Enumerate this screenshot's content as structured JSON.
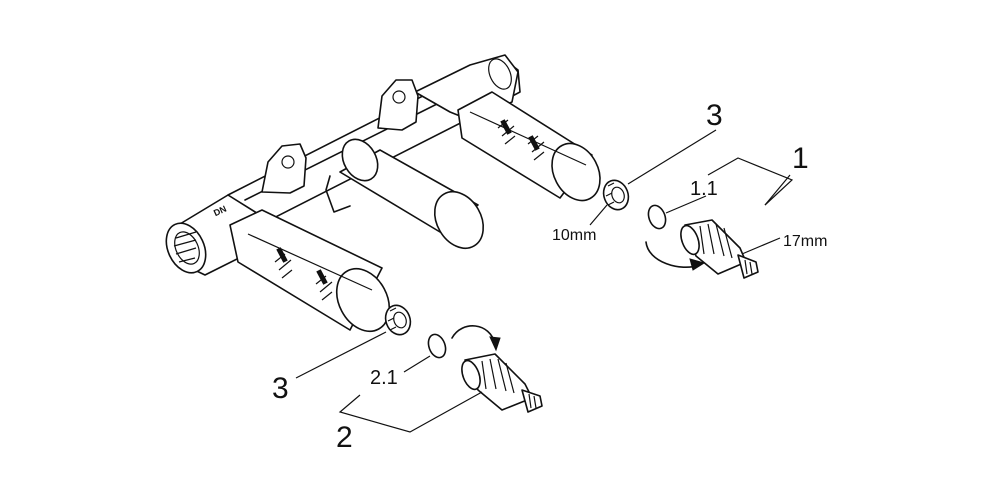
{
  "labels": {
    "part1": "1",
    "part1_1": "1.1",
    "size_17mm": "17mm",
    "part3_top": "3",
    "size_10mm": "10mm",
    "part3_bottom": "3",
    "part2_1": "2.1",
    "part2": "2"
  },
  "body_marking": "DN"
}
